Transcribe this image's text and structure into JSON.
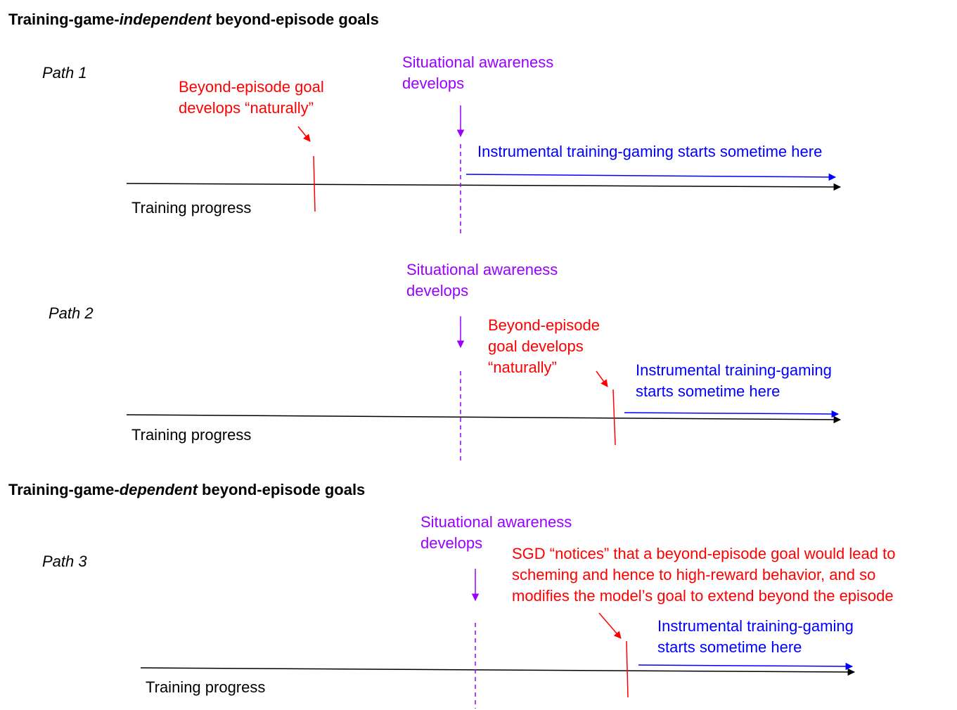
{
  "sections": {
    "independent": {
      "pre": "Training-game-",
      "em": "independent",
      "post": " beyond-episode goals"
    },
    "dependent": {
      "pre": "Training-game-",
      "em": "dependent",
      "post": " beyond-episode goals"
    }
  },
  "paths": [
    {
      "label": "Path 1",
      "situational": "Situational awareness\ndevelops",
      "goal": "Beyond-episode goal\ndevelops “naturally”",
      "instrumental": "Instrumental training-gaming starts sometime here",
      "axis": "Training progress"
    },
    {
      "label": "Path 2",
      "situational": "Situational awareness\ndevelops",
      "goal": "Beyond-episode\ngoal develops\n“naturally”",
      "instrumental": "Instrumental training-gaming\nstarts sometime here",
      "axis": "Training progress"
    },
    {
      "label": "Path 3",
      "situational": "Situational awareness\ndevelops",
      "goal": "SGD “notices” that a beyond-episode goal would lead to\nscheming and hence to high-reward behavior, and so\nmodifies the model’s goal to extend beyond the episode",
      "instrumental": "Instrumental training-gaming\nstarts sometime here",
      "axis": "Training progress"
    }
  ],
  "colors": {
    "text": "#000000",
    "goal": "#ff0000",
    "situational": "#9900ff",
    "instrumental": "#0000ff"
  }
}
